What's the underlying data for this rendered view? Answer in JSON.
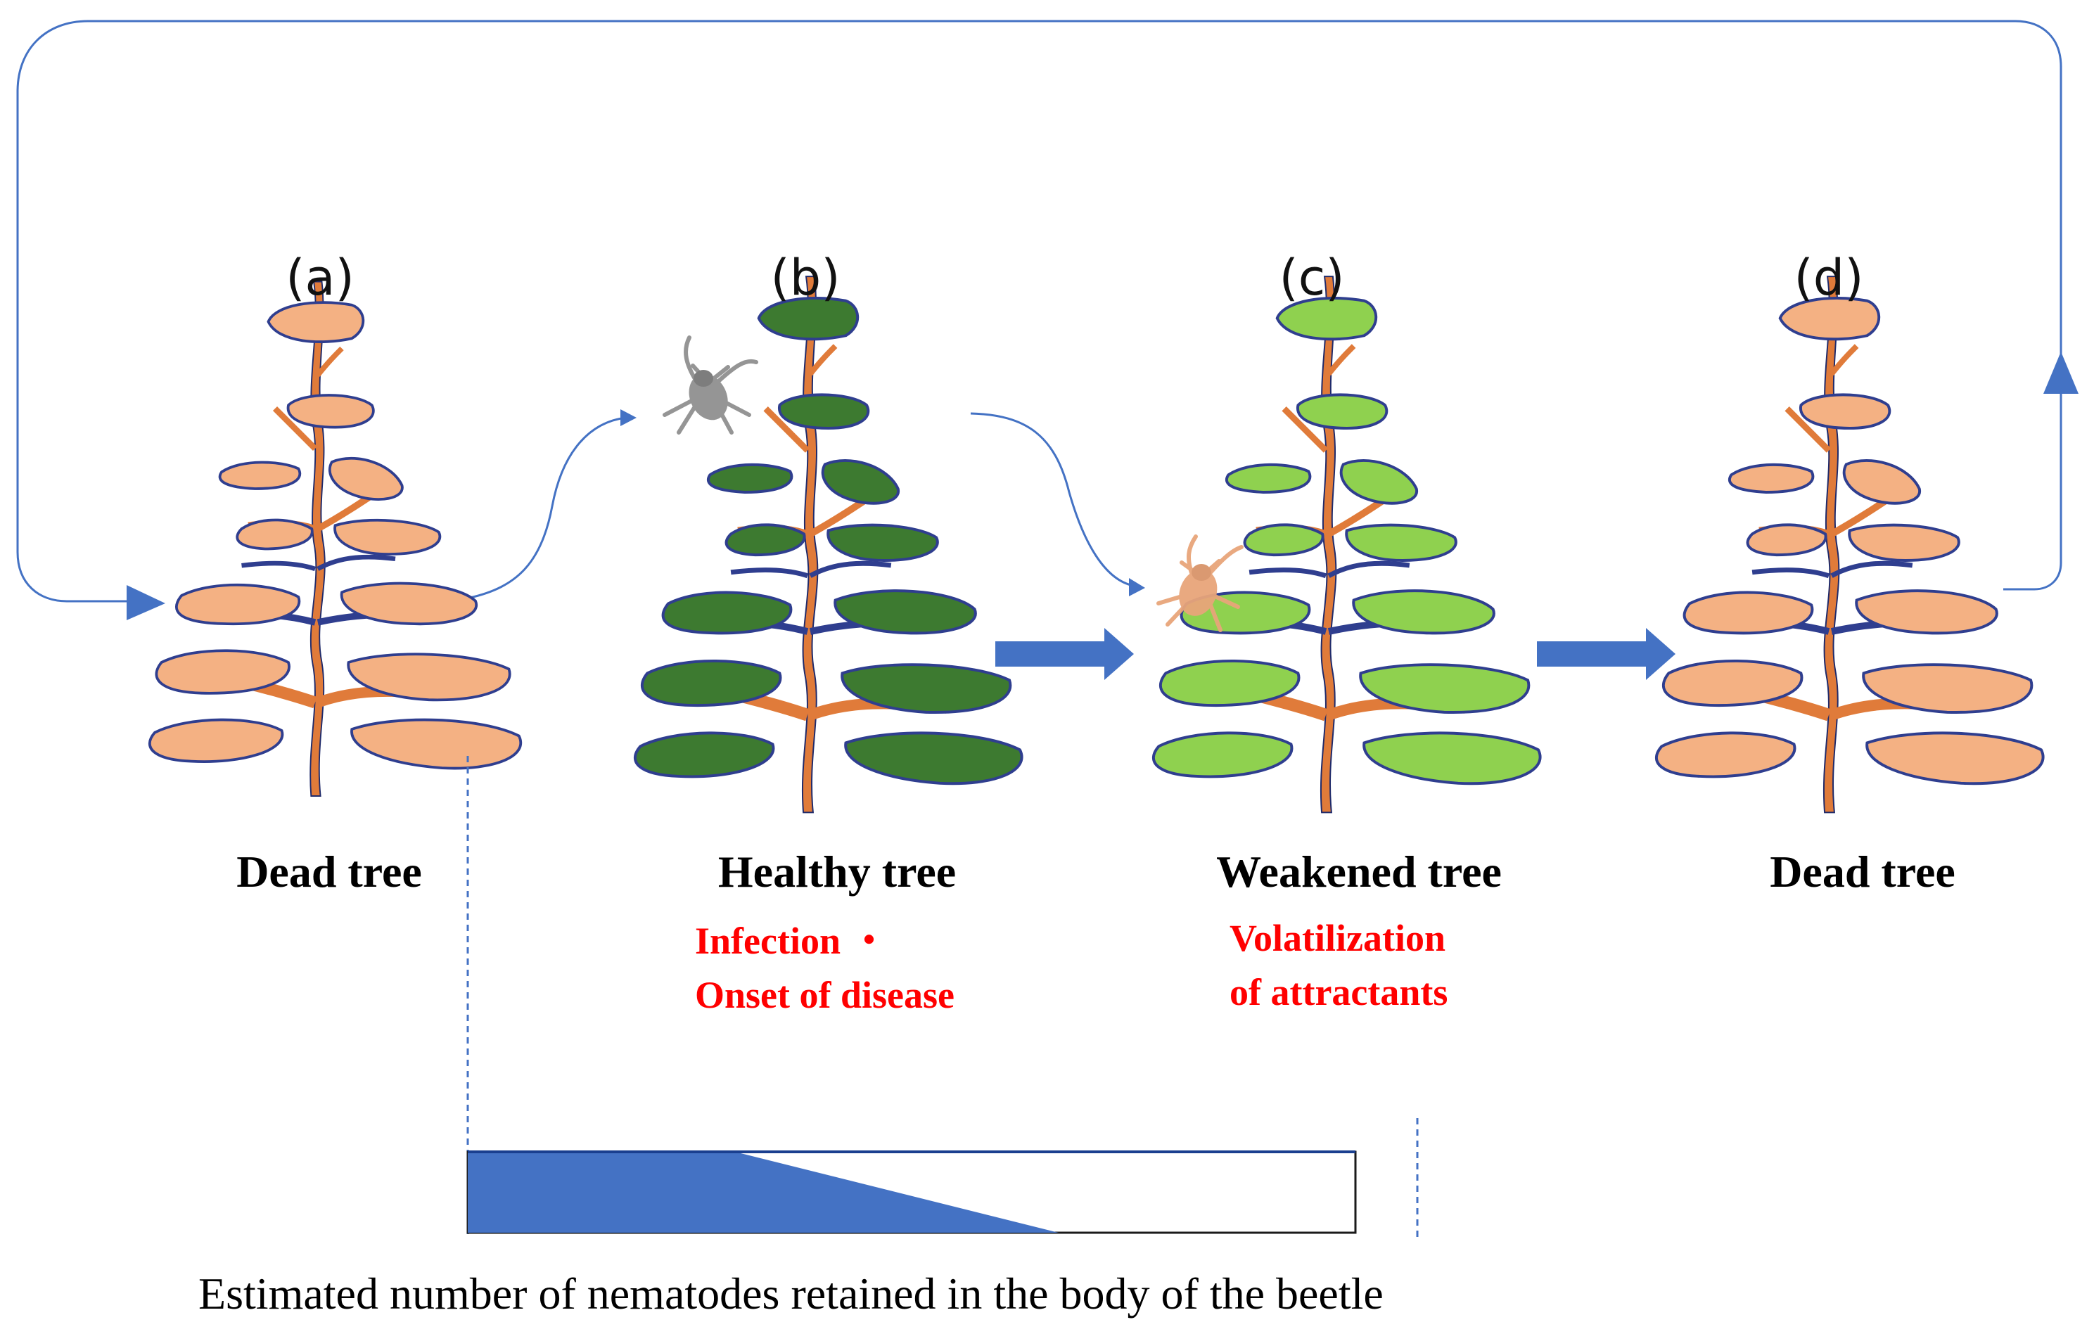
{
  "panels": [
    {
      "id": "a",
      "label": "(a)",
      "caption": "Dead tree",
      "state": "dead"
    },
    {
      "id": "b",
      "label": "(b)",
      "caption": "Healthy tree",
      "state": "healthy",
      "notes": [
        "Infection ・",
        "Onset of disease"
      ]
    },
    {
      "id": "c",
      "label": "(c)",
      "caption": "Weakened tree",
      "state": "weakened",
      "notes": [
        "Volatilization",
        "of attractants"
      ]
    },
    {
      "id": "d",
      "label": "(d)",
      "caption": "Dead tree",
      "state": "dead"
    }
  ],
  "bottom_caption": "Estimated number of nematodes retained in the body of the beetle",
  "colors": {
    "accent_blue": "#4472c4",
    "trunk": "#e07b3a",
    "dead_foliage": "#f4b183",
    "healthy_foliage": "#3d7a30",
    "weakened_foliage": "#8fd14f",
    "outline": "#2f3e8f",
    "note_red": "#ff0000",
    "beetle_grey": "#8a8a8a",
    "beetle_tan": "#e8a57a"
  },
  "icons": {
    "tree": "pine-tree-icon",
    "beetle": "pine-sawyer-beetle-icon",
    "arrow": "block-arrow-right-icon"
  }
}
